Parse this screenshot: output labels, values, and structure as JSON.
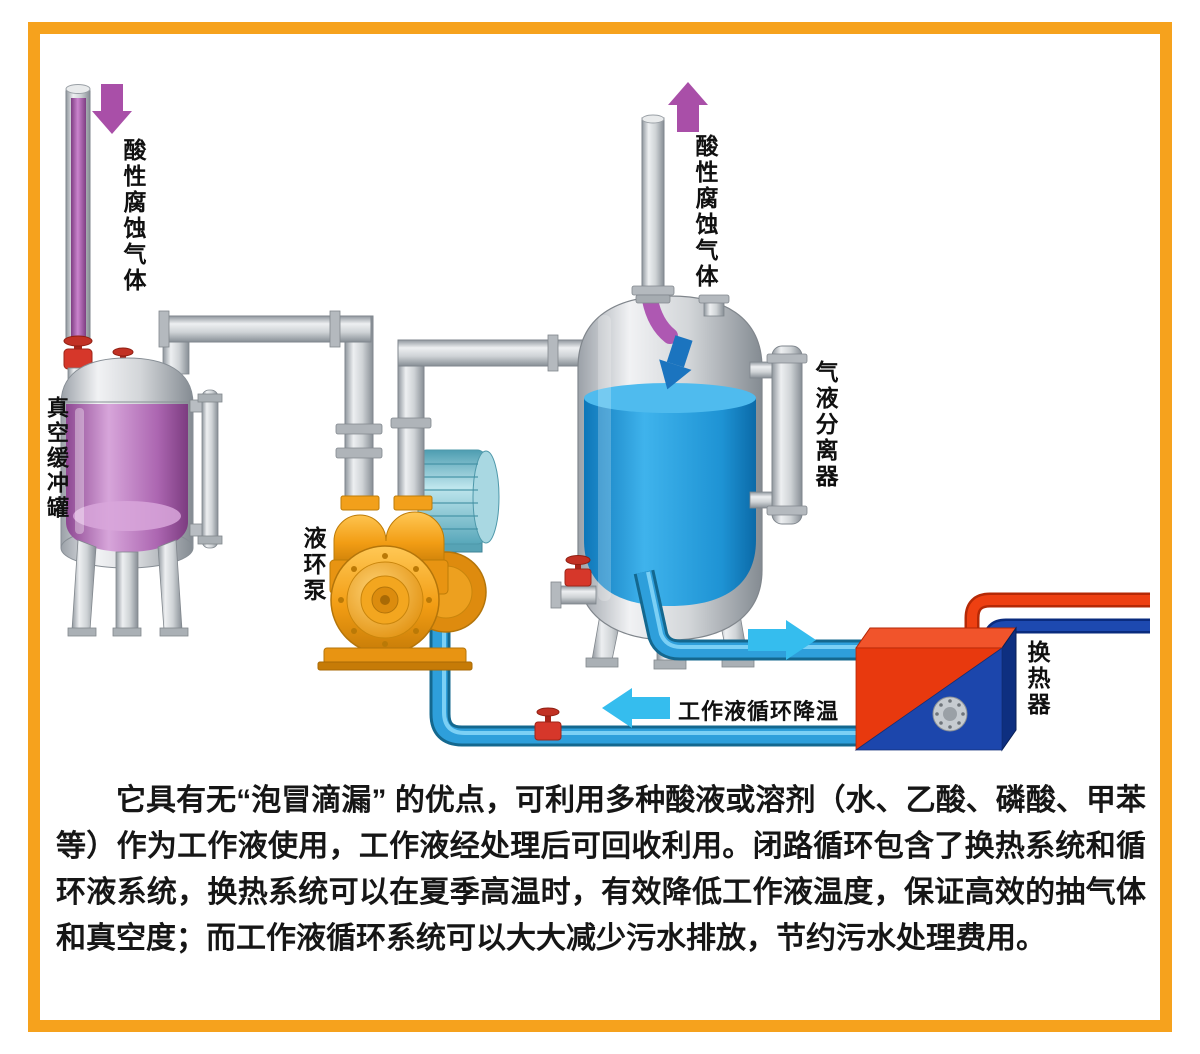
{
  "colors": {
    "frame": "#F6A21D",
    "corrosive_gas_purple": "#A94FA8",
    "working_liquid_blue": "#1E93D4",
    "pipe_blue": "#2E9FDB",
    "flow_arrow_cyan": "#35BDEE",
    "pump_orange": "#F2A01B",
    "motor_teal": "#8FCBD8",
    "exchanger_hot_red": "#E8390E",
    "exchanger_cold_blue": "#1C46AC",
    "valve_red": "#D6372A"
  },
  "labels": {
    "gas_left": "酸性腐蚀气体",
    "vacuum_tank": "真空缓冲罐",
    "pump": "液环泵",
    "gas_right": "酸性腐蚀气体",
    "separator": "气液分离器",
    "heat_exchanger": "换热器",
    "circulation": "工作液循环降温"
  },
  "description": "它具有无“泡冒滴漏” 的优点，可利用多种酸液或溶剂（水、乙酸、磷酸、甲苯等）作为工作液使用，工作液经处理后可回收利用。闭路循环包含了换热系统和循环液系统，换热系统可以在夏季高温时，有效降低工作液温度，保证高效的抽气体和真空度；而工作液循环系统可以大大减少污水排放，节约污水处理费用。"
}
